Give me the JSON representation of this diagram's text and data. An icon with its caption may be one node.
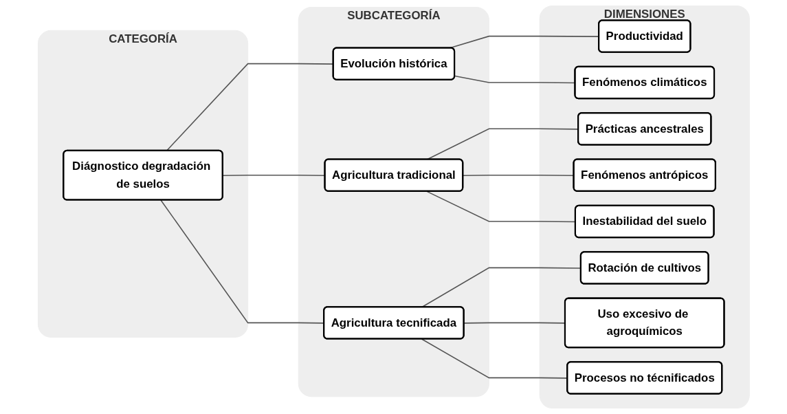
{
  "diagram": {
    "nodes": [
      {
        "text": [
          "CATEGORÍA"
        ]
      },
      {
        "text": [
          "Diágnostico degradación de suelos"
        ],
        "in": 0
      },
      {
        "text": [
          "SUBCATEGORÍA"
        ]
      },
      {
        "text": [
          "Evolución histórica"
        ],
        "in": 2
      },
      {
        "text": [
          "Agricultura tradicional"
        ],
        "in": 2
      },
      {
        "text": [
          "Agricultura tecnificada"
        ],
        "in": 2
      },
      {
        "text": [
          "DIMENSIONES"
        ]
      },
      {
        "text": [
          "Productividad"
        ],
        "in": 6
      },
      {
        "text": [
          "Fenómenos climáticos"
        ],
        "in": 6
      },
      {
        "text": [
          "Prácticas ancestrales"
        ],
        "in": 6
      },
      {
        "text": [
          "Fenómenos antrópicos"
        ],
        "in": 6
      },
      {
        "text": [
          "Inestabilidad del suelo"
        ],
        "in": 6
      },
      {
        "text": [
          "Rotación de cultivos"
        ],
        "in": 6
      },
      {
        "text": [
          "Uso excesivo de agroquímicos"
        ],
        "in": 6
      },
      {
        "text": [
          "Procesos no técnificados"
        ],
        "in": 6
      }
    ],
    "edges": [
      {
        "from": 1,
        "to": 3,
        "arrow": "none"
      },
      {
        "from": 1,
        "to": 4,
        "arrow": "none"
      },
      {
        "from": 1,
        "to": 5,
        "arrow": "none"
      },
      {
        "from": 3,
        "to": 7,
        "arrow": "none"
      },
      {
        "from": 3,
        "to": 8,
        "arrow": "none"
      },
      {
        "from": 4,
        "to": 9,
        "arrow": "none"
      },
      {
        "from": 4,
        "to": 10,
        "arrow": "none"
      },
      {
        "from": 4,
        "to": 11,
        "arrow": "none"
      },
      {
        "from": 5,
        "to": 12,
        "arrow": "none"
      },
      {
        "from": 5,
        "to": 13,
        "arrow": "none"
      },
      {
        "from": 5,
        "to": 14,
        "arrow": "none"
      }
    ]
  }
}
